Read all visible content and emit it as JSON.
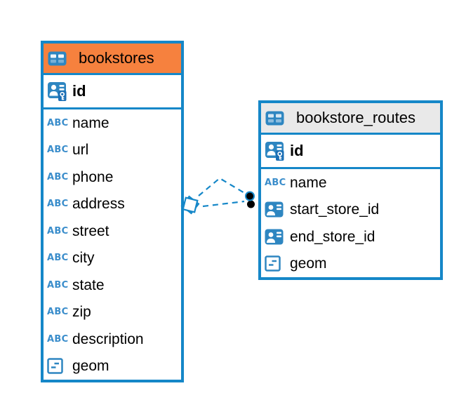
{
  "canvas": {
    "background": "#ffffff"
  },
  "colors": {
    "table_border": "#1587C8",
    "bookstores_header_bg": "#F6813E",
    "routes_header_bg": "#E9E9E9",
    "icon_blue": "#2E86C1",
    "abc_icon_blue": "#3A8DCB",
    "row_text": "#000000",
    "connector_line": "#1587C8",
    "connector_dot": "#000000"
  },
  "icon_glyphs": {
    "text_type": "ABC"
  },
  "tables": [
    {
      "title": "bookstores",
      "columns": [
        {
          "label": "id",
          "type": "primary-key"
        },
        {
          "label": "name",
          "type": "text"
        },
        {
          "label": "url",
          "type": "text"
        },
        {
          "label": "phone",
          "type": "text"
        },
        {
          "label": "address",
          "type": "text"
        },
        {
          "label": "street",
          "type": "text"
        },
        {
          "label": "city",
          "type": "text"
        },
        {
          "label": "state",
          "type": "text"
        },
        {
          "label": "zip",
          "type": "text"
        },
        {
          "label": "description",
          "type": "text"
        },
        {
          "label": "geom",
          "type": "geometry"
        }
      ]
    },
    {
      "title": "bookstore_routes",
      "columns": [
        {
          "label": "id",
          "type": "primary-key"
        },
        {
          "label": "name",
          "type": "text"
        },
        {
          "label": "start_store_id",
          "type": "foreign-key"
        },
        {
          "label": "end_store_id",
          "type": "foreign-key"
        },
        {
          "label": "geom",
          "type": "geometry"
        }
      ]
    }
  ],
  "connector": {
    "kind": "foreign-key-relationship",
    "style": "dashed"
  }
}
